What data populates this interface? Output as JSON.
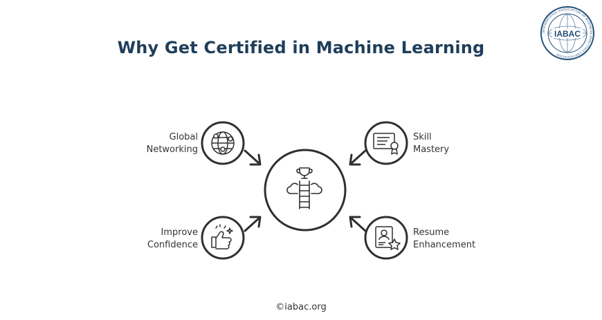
{
  "title": "Why Get Certified in Machine Learning",
  "logo": {
    "text": "IABAC",
    "ring_text": "INTERNATIONAL ASSOCIATION OF BUSINESS ANALYTICS CERTIFICATION",
    "color": "#1f4e79"
  },
  "center": {
    "icon": "trophy-ladder-icon"
  },
  "items": [
    {
      "line1": "Global",
      "line2": "Networking",
      "icon": "globe-network-icon"
    },
    {
      "line1": "Skill",
      "line2": "Mastery",
      "icon": "certificate-icon"
    },
    {
      "line1": "Improve",
      "line2": "Confidence",
      "icon": "thumbs-up-icon"
    },
    {
      "line1": "Resume",
      "line2": "Enhancement",
      "icon": "resume-star-icon"
    }
  ],
  "footer": "©iabac.org",
  "colors": {
    "title": "#1f3e5a",
    "stroke": "#2f2f2f"
  }
}
